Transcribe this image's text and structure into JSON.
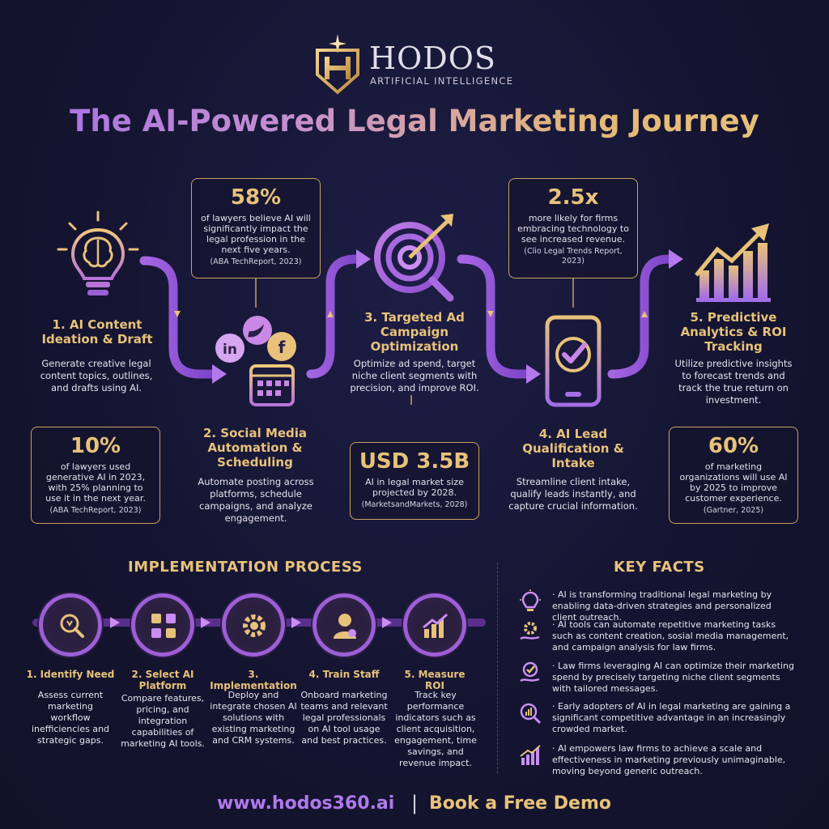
{
  "brand": {
    "name": "HODOS",
    "tagline": "ARTIFICIAL INTELLIGENCE"
  },
  "title": "The AI-Powered Legal Marketing Journey",
  "stats": [
    {
      "value": "58%",
      "text": "of lawyers believe AI will significantly impact the legal profession in the next five years.",
      "source": "(ABA TechReport, 2023)"
    },
    {
      "value": "2.5x",
      "text": "more likely for firms embracing technology to see increased revenue.",
      "source": "(Clio Legal Trends Report, 2023)"
    },
    {
      "value": "10%",
      "text": "of lawyers used generative AI in 2023, with 25% planning to use it in the next year.",
      "source": "(ABA TechReport, 2023)"
    },
    {
      "value": "USD 3.5B",
      "text": "AI in legal market size projected by 2028.",
      "source": "(MarketsandMarkets, 2028)"
    },
    {
      "value": "60%",
      "text": "of marketing organizations will use AI by 2025 to improve customer experience.",
      "source": "(Gartner, 2025)"
    }
  ],
  "steps": [
    {
      "title": "1. AI Content Ideation & Draft",
      "desc": "Generate creative legal content topics, outlines, and drafts using AI."
    },
    {
      "title": "2. Social Media Automation & Scheduling",
      "desc": "Automate posting across platforms, schedule campaigns, and analyze engagement."
    },
    {
      "title": "3. Targeted Ad Campaign Optimization",
      "desc": "Optimize ad spend, target niche client segments with precision, and improve ROI."
    },
    {
      "title": "4. AI Lead Qualification & Intake",
      "desc": "Streamline client intake, qualify leads instantly, and capture crucial information."
    },
    {
      "title": "5. Predictive Analytics & ROI Tracking",
      "desc": "Utilize predictive insights to forecast trends and track the true return on investment."
    }
  ],
  "implementation": {
    "heading": "IMPLEMENTATION PROCESS",
    "items": [
      {
        "title": "1. Identify Need",
        "desc": "Assess current marketing workflow inefficiencies and strategic gaps."
      },
      {
        "title": "2. Select AI Platform",
        "desc": "Compare features, pricing, and integration capabilities of marketing AI tools."
      },
      {
        "title": "3. Implementation",
        "desc": "Deploy and integrate chosen AI solutions with existing marketing and CRM systems."
      },
      {
        "title": "4. Train Staff",
        "desc": "Onboard marketing teams and relevant legal professionals on AI tool usage and best practices."
      },
      {
        "title": "5. Measure ROI",
        "desc": "Track key performance indicators such as client acquisition, engagement, time savings, and revenue impact."
      }
    ]
  },
  "key_facts": {
    "heading": "KEY FACTS",
    "items": [
      "· AI is transforming traditional legal marketing by enabling data-driven strategies and personalized client outreach.",
      "· AI tools can automate repetitive marketing tasks such as content creation, sosial media management, and campaign analysis for law firms.",
      "· Law firms leveraging AI can optimize their marketing spend by precisely targeting niche client segments with tailored messages.",
      "· Early adopters of AI in legal marketing are gaining a significant competitive advantage in an increasingly crowded market.",
      "· AI empowers law firms to achieve a scale and effectiveness in marketing previously unimaginable, moving beyond generic outreach."
    ]
  },
  "footer": {
    "url": "www.hodos360.ai",
    "separator": "|",
    "cta": "Book a Free Demo"
  },
  "colors": {
    "background": "#151532",
    "gold": "#e8c27a",
    "purple": "#9c5fd6",
    "purple_light": "#b079ec"
  },
  "icons": [
    "hodos-logo",
    "lightbulb-brain-icon",
    "social-calendar-icon",
    "target-arrow-icon",
    "phone-check-icon",
    "growth-chart-icon",
    "search-icon",
    "platform-grid-icon",
    "gear-icon",
    "user-icon",
    "bar-chart-icon"
  ]
}
